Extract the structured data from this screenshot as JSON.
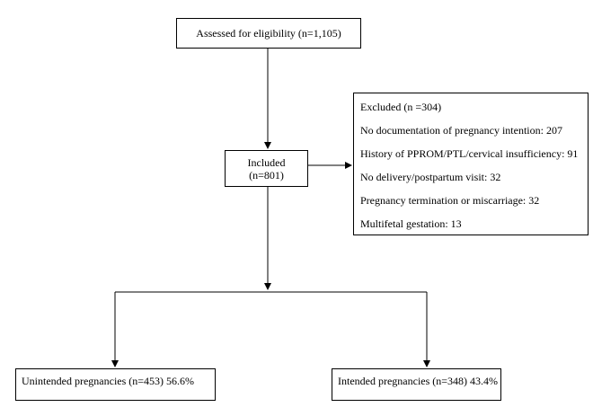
{
  "flowchart": {
    "assessed": "Assessed for eligibility (n=1,105)",
    "included": {
      "line1": "Included",
      "line2": "(n=801)"
    },
    "excluded": {
      "header": "Excluded (n =304)",
      "reasons": [
        "No documentation of pregnancy intention: 207",
        "History of PPROM/PTL/cervical insufficiency: 91",
        "No delivery/postpartum visit: 32",
        "Pregnancy termination or miscarriage: 32",
        "Multifetal gestation: 13"
      ]
    },
    "unintended": "Unintended pregnancies (n=453) 56.6%",
    "intended": "Intended pregnancies (n=348) 43.4%"
  },
  "colors": {
    "line": "#000000",
    "background": "#ffffff"
  }
}
